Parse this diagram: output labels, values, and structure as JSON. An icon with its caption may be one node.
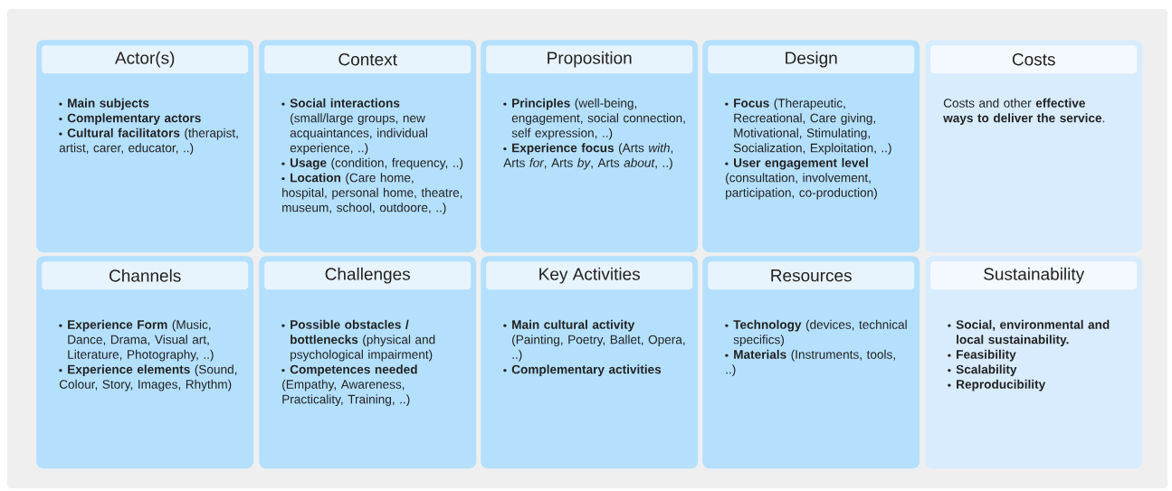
{
  "diagram": {
    "nodes": [
      {
        "text": [
          "Actor(s)",
          "**Main subjects**",
          "**Complementary actors**",
          "**Cultural facilitators** (therapist, artist, carer, educator, ..)"
        ]
      },
      {
        "text": [
          "Context",
          "**Social interactions** (small/large groups, new acquaintances, individual experience, ..)",
          "**Usage** (condition, frequency, ..)",
          "**Location** (Care home, hospital, personal home, theatre, museum, school, outdoore, ..)"
        ]
      },
      {
        "text": [
          "Proposition",
          "**Principles** (well-being, engagement, social connection, self expression, ..)",
          "**Experience focus** (Arts *with*, Arts *for*, Arts *by*, Arts *about*, ..)"
        ]
      },
      {
        "text": [
          "Design",
          "**Focus** (Therapeutic, Recreational, Care giving, Motivational, Stimulating, Socialization, Exploitation, ..)",
          "**User engagement level** (consultation, involvement, participation, co-production)"
        ]
      },
      {
        "text": [
          "Costs",
          "Costs and other **effective ways to deliver the service**."
        ]
      },
      {
        "text": [
          "Channels",
          "**Experience Form** (Music, Dance, Drama, Visual art, Literature, Photography, ..)",
          "**Experience elements** (Sound, Colour, Story, Images, Rhythm)"
        ]
      },
      {
        "text": [
          "Challenges",
          "**Possible obstacles / bottlenecks** (physical and psychological impairment)",
          "**Competences needed** (Empathy, Awareness, Practicality, Training, ..)"
        ]
      },
      {
        "text": [
          "Key Activities",
          "**Main cultural activity** (Painting, Poetry, Ballet, Opera, ..)",
          "**Complementary activities**"
        ]
      },
      {
        "text": [
          "Resources",
          "**Technology** (devices, technical specifics)",
          "**Materials** (Instruments, tools, ..)"
        ]
      },
      {
        "text": [
          "Sustainability",
          "**Social, environmental and local sustainability.**",
          "**Feasibility**",
          "**Scalability**",
          "**Reproducibility**"
        ]
      }
    ]
  }
}
